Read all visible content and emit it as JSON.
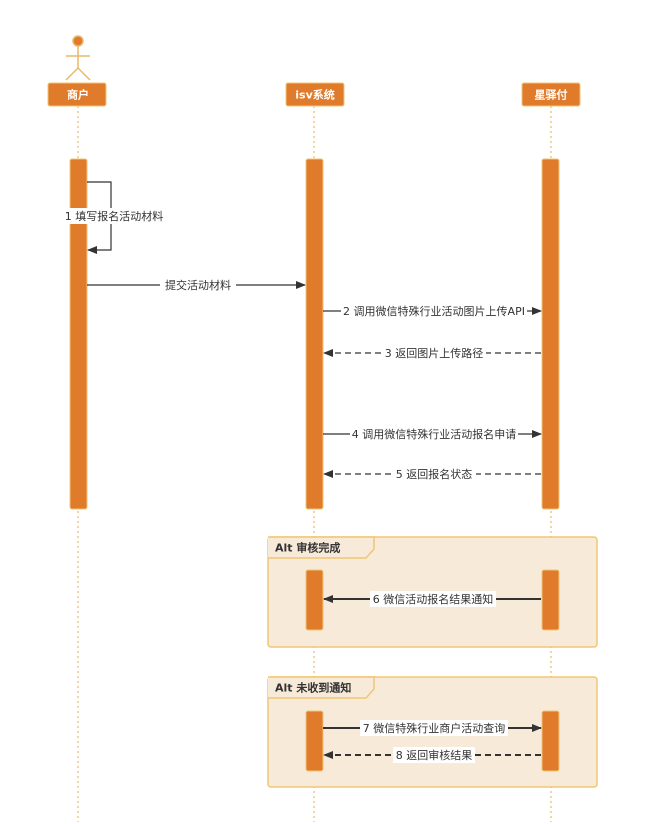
{
  "participants": [
    {
      "id": "merchant",
      "label": "商户"
    },
    {
      "id": "isv",
      "label": "isv系统"
    },
    {
      "id": "xyf",
      "label": "星驿付"
    }
  ],
  "messages": [
    {
      "label": "1 填写报名活动材料"
    },
    {
      "label": "提交活动材料"
    },
    {
      "label": "2 调用微信特殊行业活动图片上传API"
    },
    {
      "label": "3 返回图片上传路径"
    },
    {
      "label": "4 调用微信特殊行业活动报名申请"
    },
    {
      "label": "5 返回报名状态"
    },
    {
      "label": "6 微信活动报名结果通知"
    },
    {
      "label": "7 微信特殊行业商户活动查询"
    },
    {
      "label": "8 返回审核结果"
    }
  ],
  "fragments": [
    {
      "label": "Alt 审核完成"
    },
    {
      "label": "Alt 未收到通知"
    }
  ],
  "colors": {
    "participant": "#e07b2c",
    "activation": "#e07b2c",
    "lifeline": "#e8b96a",
    "fragment_fill": "#f8ead9",
    "fragment_border": "#f0c675",
    "arrow": "#333333"
  }
}
